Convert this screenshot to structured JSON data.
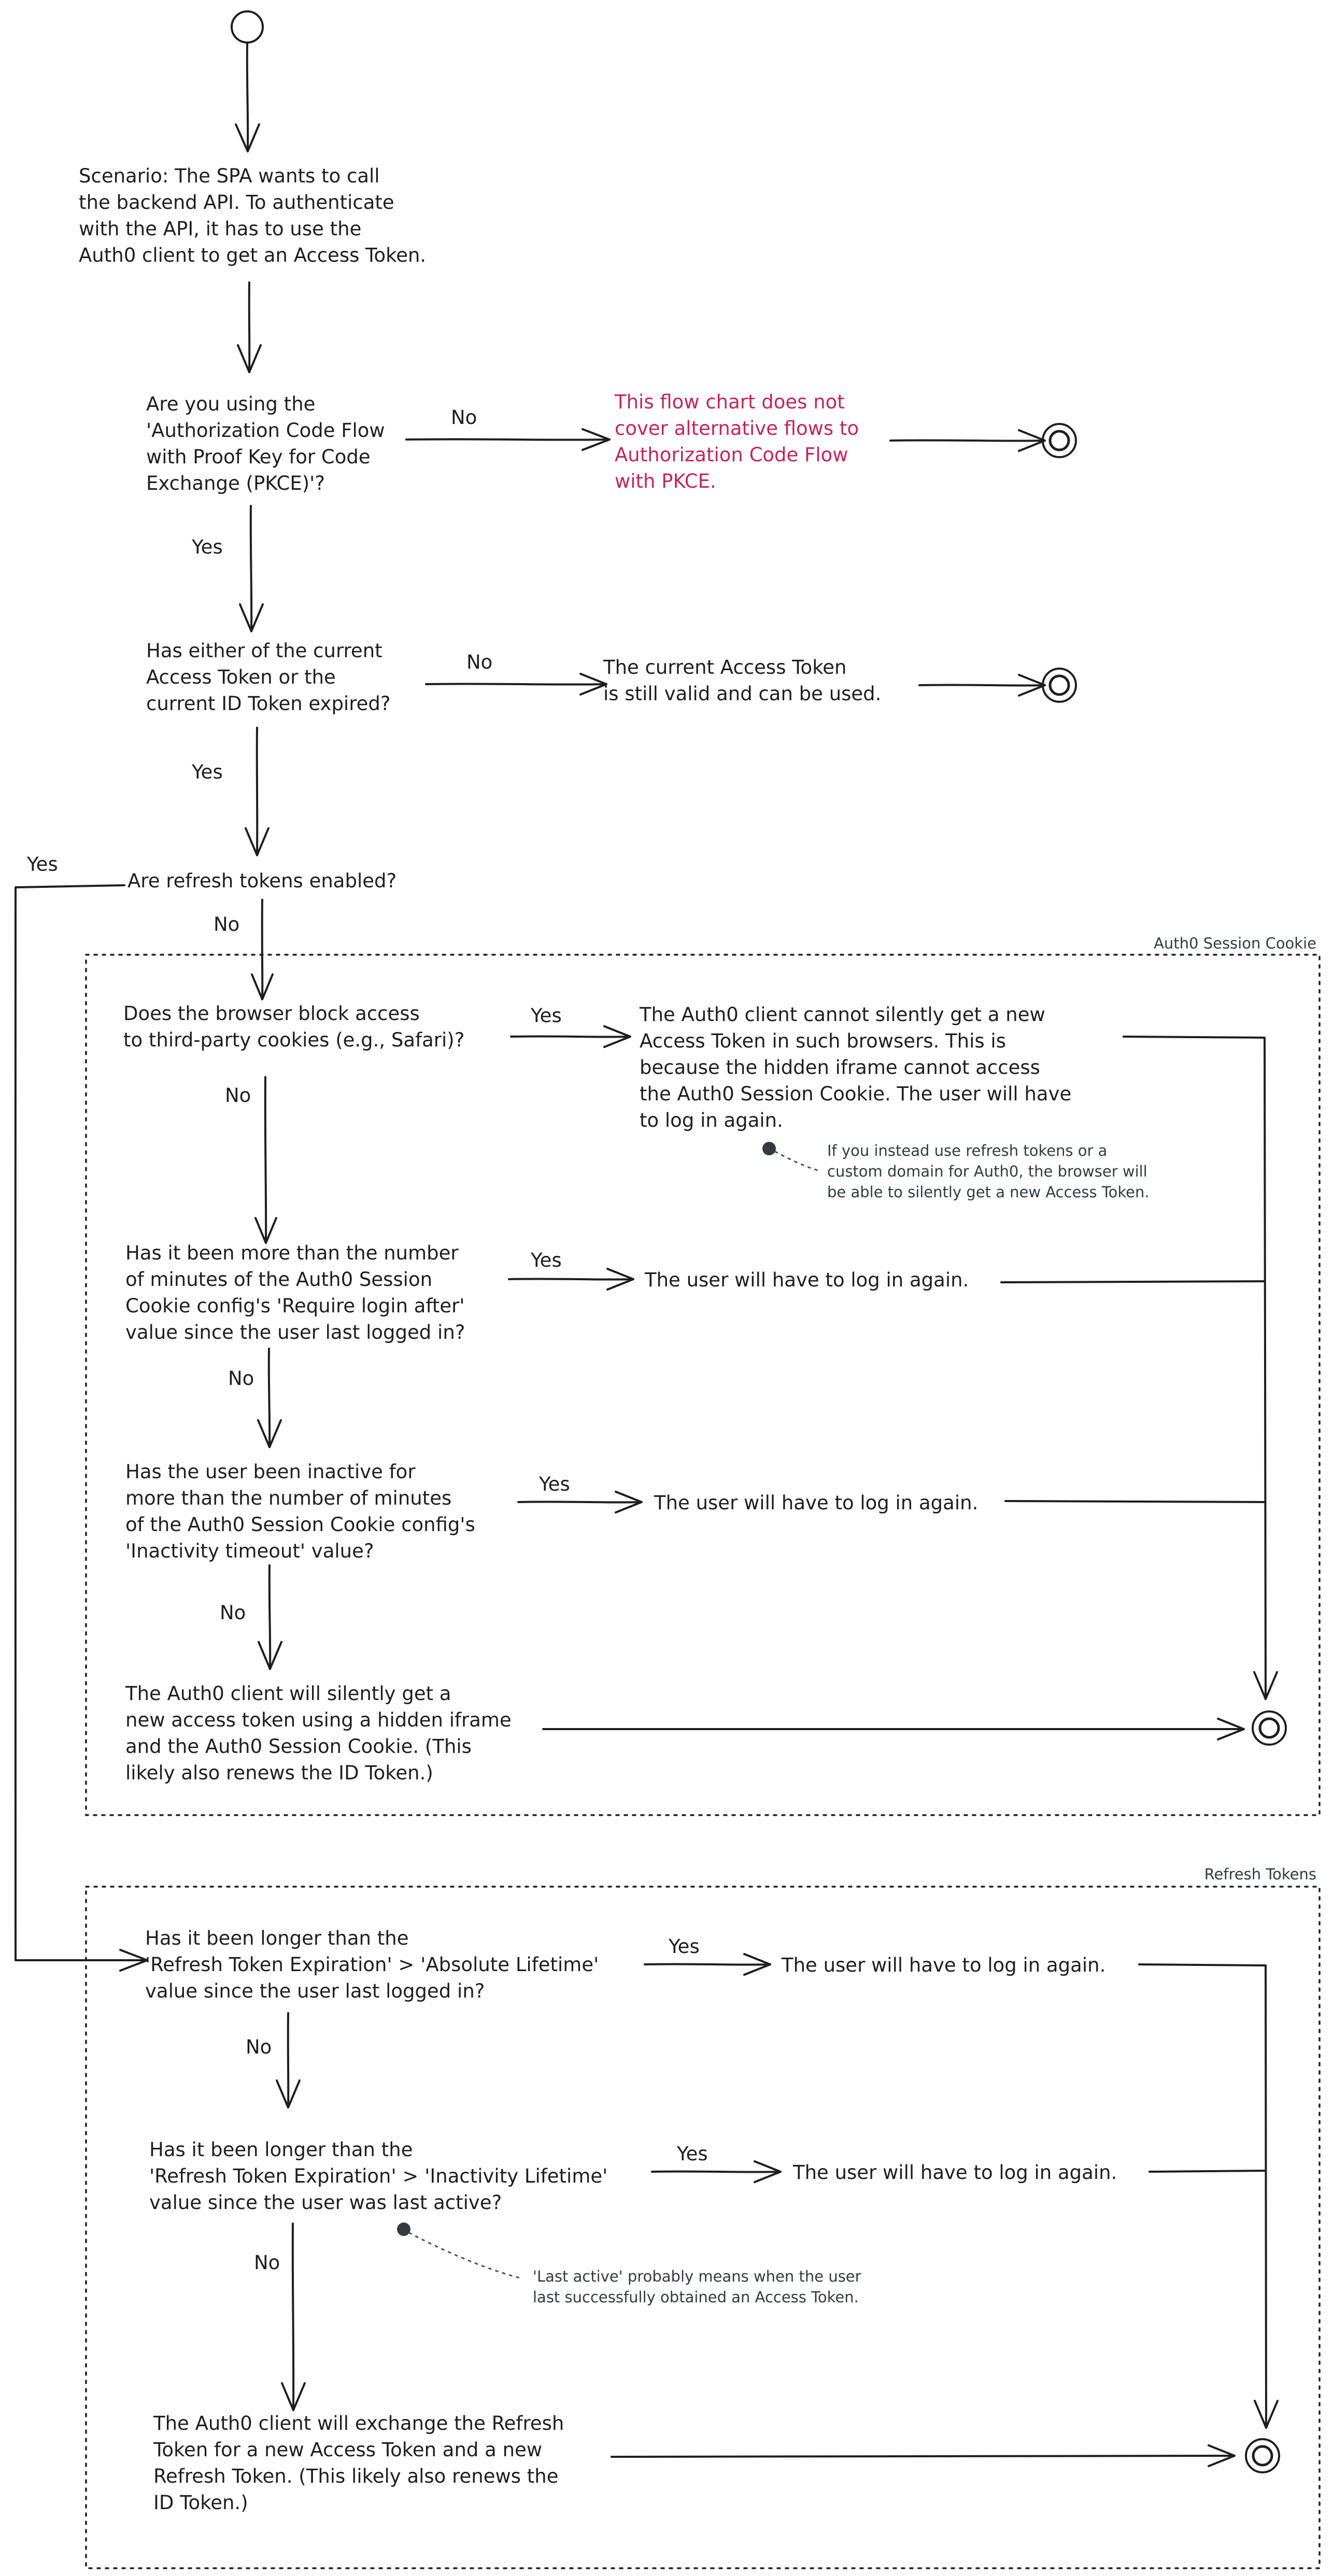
{
  "scenario": [
    "Scenario: The SPA wants to call",
    "the backend API. To authenticate",
    "with the API, it has to use the",
    "Auth0 client to get an Access Token."
  ],
  "q_pkce": [
    "Are you using the",
    "'Authorization Code Flow",
    "with Proof Key for Code",
    "Exchange (PKCE)'?"
  ],
  "not_covered": [
    "This flow chart does not",
    "cover alternative flows to",
    "Authorization Code Flow",
    "with PKCE."
  ],
  "q_expired": [
    "Has either of the current",
    "Access Token or the",
    "current ID Token expired?"
  ],
  "still_valid": [
    "The current Access Token",
    "is still valid and can be used."
  ],
  "q_refresh_enabled": [
    "Are refresh tokens enabled?"
  ],
  "region_cookie": "Auth0 Session Cookie",
  "q_third_party": [
    "Does the browser block access",
    "to third-party cookies (e.g., Safari)?"
  ],
  "cannot_silently": [
    "The Auth0 client cannot silently get a new",
    "Access Token in such browsers. This is",
    "because the hidden iframe cannot access",
    "the Auth0 Session Cookie. The user will have",
    "to log in again."
  ],
  "note_refresh": [
    "If you instead use refresh tokens or a",
    "custom domain for Auth0, the browser will",
    "be able to silently get a new Access Token."
  ],
  "q_require_login": [
    "Has it been more than the number",
    "of minutes of the Auth0 Session",
    "Cookie config's 'Require login after'",
    "value since the user last logged in?"
  ],
  "login_again": [
    "The user will have to log in again."
  ],
  "q_inactive": [
    "Has the user been inactive for",
    "more than the number of minutes",
    "of the Auth0 Session Cookie config's",
    "'Inactivity timeout' value?"
  ],
  "silent_iframe": [
    "The Auth0 client will silently get a",
    "new access token using a hidden iframe",
    "and the Auth0 Session Cookie. (This",
    "likely also renews the ID Token.)"
  ],
  "region_refresh": "Refresh Tokens",
  "q_absolute": [
    "Has it been longer than the",
    "'Refresh Token Expiration' > 'Absolute Lifetime'",
    "value since the user last logged in?"
  ],
  "q_inactivity_lifetime": [
    "Has it been longer than the",
    "'Refresh Token Expiration' > 'Inactivity Lifetime'",
    "value since the user was last active?"
  ],
  "note_last_active": [
    "'Last active' probably means when the user",
    "last successfully obtained an Access Token."
  ],
  "exchange": [
    "The Auth0 client will exchange the Refresh",
    "Token for a new Access Token and a new",
    "Refresh Token. (This likely also renews the",
    "ID Token.)"
  ],
  "label_yes": "Yes",
  "label_no": "No"
}
